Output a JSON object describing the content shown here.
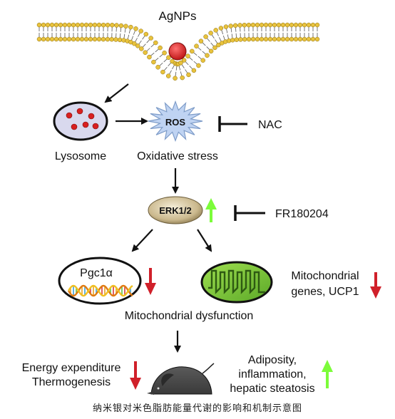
{
  "nodes": {
    "agnps": "AgNPs",
    "lysosome": "Lysosome",
    "ros": "ROS",
    "oxidative_stress": "Oxidative stress",
    "nac": "NAC",
    "erk": "ERK1/2",
    "fr": "FR180204",
    "pgc1a": "Pgc1α",
    "mito_genes_line1": "Mitochondrial",
    "mito_genes_line2": "genes, UCP1",
    "mito_dysfunction": "Mitochondrial dysfunction",
    "energy_line1": "Energy expenditure",
    "energy_line2": "Thermogenesis",
    "adiposity_line1": "Adiposity,",
    "adiposity_line2": "inflammation,",
    "adiposity_line3": "hepatic steatosis"
  },
  "colors": {
    "up_arrow": "#7CFC3A",
    "down_arrow": "#D0202A",
    "ros_burst": "#BFD3F2",
    "nanoparticle": "#D82020",
    "membrane_head": "#E8C23C",
    "mitochondrion": "#7CC83C"
  },
  "caption": "纳米银对米色脂肪能量代谢的影响和机制示意图"
}
